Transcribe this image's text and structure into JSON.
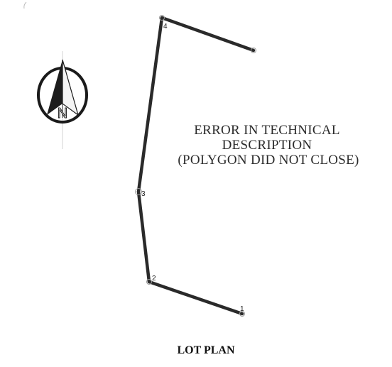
{
  "plan": {
    "title": "LOT PLAN",
    "error_lines": [
      "ERROR IN TECHNICAL",
      "DESCRIPTION",
      "(POLYGON DID NOT CLOSE)"
    ],
    "corners": [
      {
        "label": "1"
      },
      {
        "label": "2"
      },
      {
        "label": "3"
      },
      {
        "label": "4"
      }
    ],
    "line_color": "#2a2a2a"
  },
  "north_arrow": {
    "letter": "N",
    "icon": "north-arrow-icon"
  }
}
